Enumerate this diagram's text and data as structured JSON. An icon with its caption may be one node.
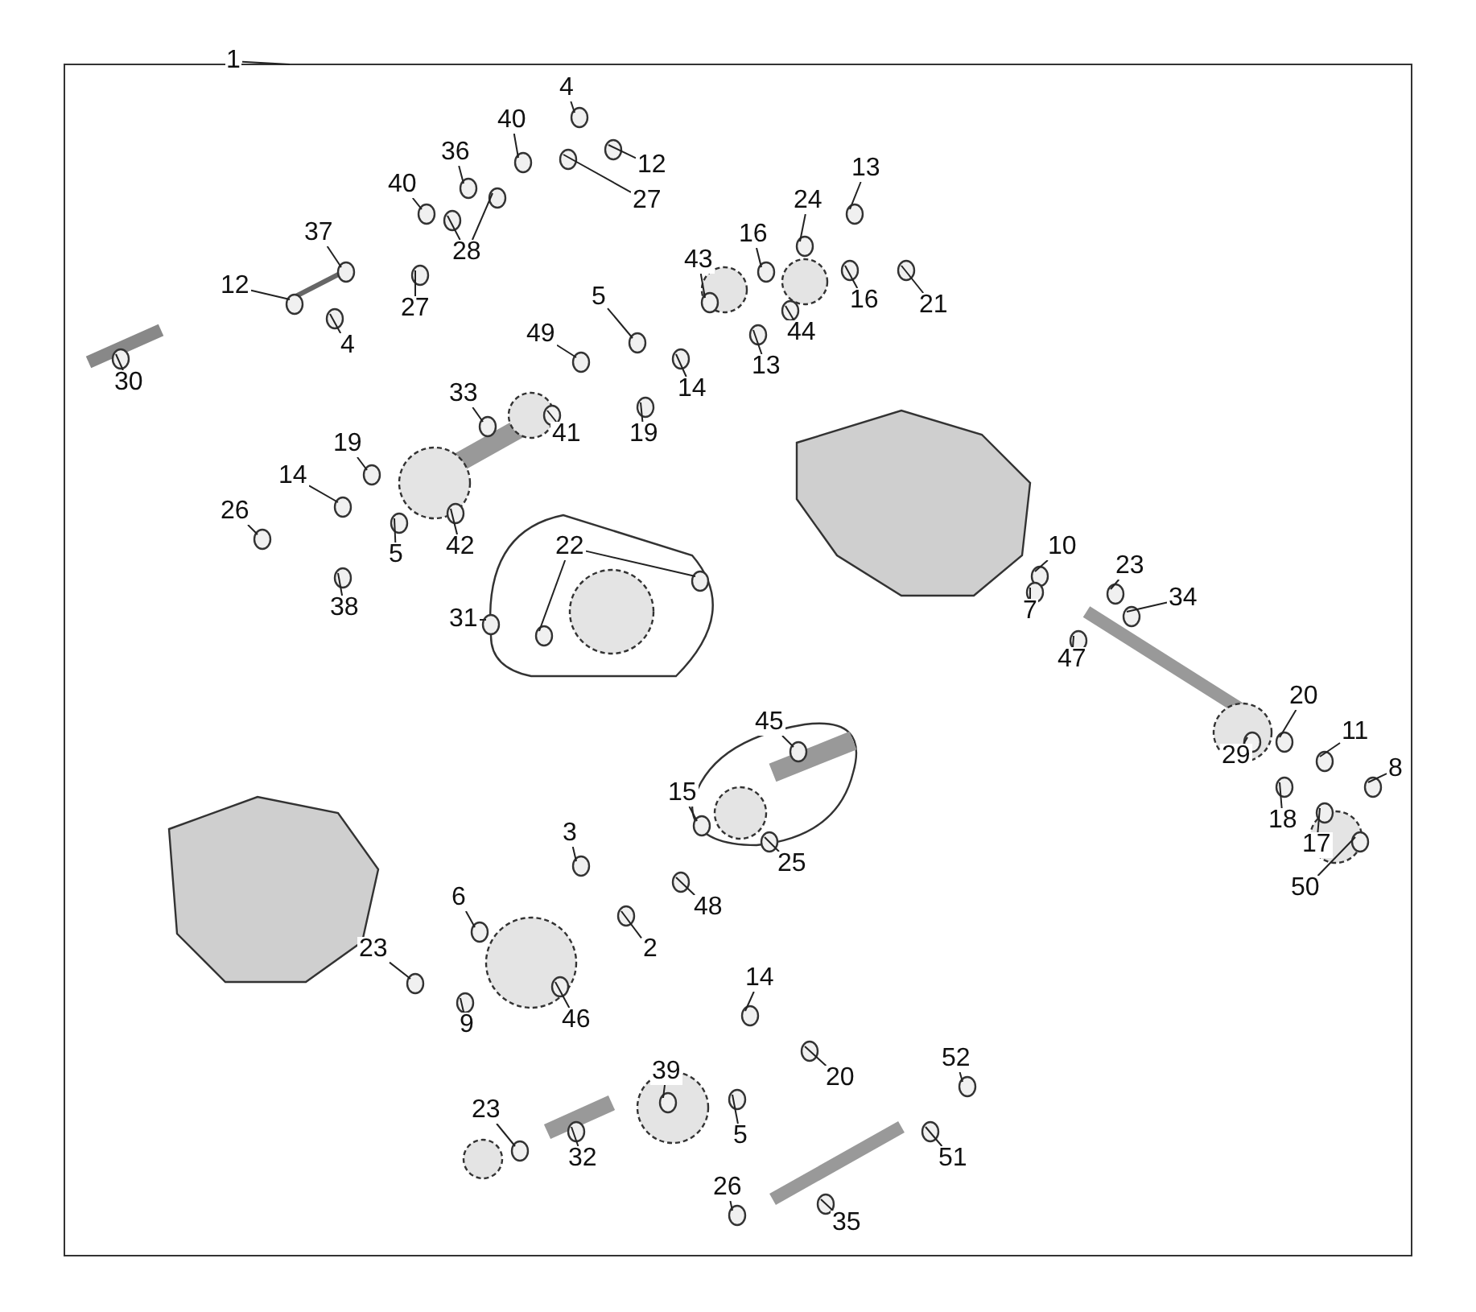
{
  "diagram": {
    "nodes": [
      {
        "text": [
          "1"
        ]
      },
      {
        "text": [
          "4"
        ]
      },
      {
        "text": [
          "12"
        ]
      },
      {
        "text": [
          "40"
        ]
      },
      {
        "text": [
          "36"
        ]
      },
      {
        "text": [
          "27"
        ]
      },
      {
        "text": [
          "28"
        ]
      },
      {
        "text": [
          "40"
        ]
      },
      {
        "text": [
          "37"
        ]
      },
      {
        "text": [
          "27"
        ]
      },
      {
        "text": [
          "12"
        ]
      },
      {
        "text": [
          "4"
        ]
      },
      {
        "text": [
          "30"
        ]
      },
      {
        "text": [
          "13"
        ]
      },
      {
        "text": [
          "24"
        ]
      },
      {
        "text": [
          "16"
        ]
      },
      {
        "text": [
          "43"
        ]
      },
      {
        "text": [
          "16"
        ]
      },
      {
        "text": [
          "21"
        ]
      },
      {
        "text": [
          "44"
        ]
      },
      {
        "text": [
          "13"
        ]
      },
      {
        "text": [
          "5"
        ]
      },
      {
        "text": [
          "14"
        ]
      },
      {
        "text": [
          "49"
        ]
      },
      {
        "text": [
          "19"
        ]
      },
      {
        "text": [
          "33"
        ]
      },
      {
        "text": [
          "41"
        ]
      },
      {
        "text": [
          "19"
        ]
      },
      {
        "text": [
          "14"
        ]
      },
      {
        "text": [
          "5"
        ]
      },
      {
        "text": [
          "42"
        ]
      },
      {
        "text": [
          "26"
        ]
      },
      {
        "text": [
          "38"
        ]
      },
      {
        "text": [
          "22"
        ]
      },
      {
        "text": [
          "31"
        ]
      },
      {
        "text": [
          "10"
        ]
      },
      {
        "text": [
          "23"
        ]
      },
      {
        "text": [
          "7"
        ]
      },
      {
        "text": [
          "47"
        ]
      },
      {
        "text": [
          "34"
        ]
      },
      {
        "text": [
          "20"
        ]
      },
      {
        "text": [
          "29"
        ]
      },
      {
        "text": [
          "11"
        ]
      },
      {
        "text": [
          "8"
        ]
      },
      {
        "text": [
          "18"
        ]
      },
      {
        "text": [
          "17"
        ]
      },
      {
        "text": [
          "50"
        ]
      },
      {
        "text": [
          "45"
        ]
      },
      {
        "text": [
          "15"
        ]
      },
      {
        "text": [
          "25"
        ]
      },
      {
        "text": [
          "3"
        ]
      },
      {
        "text": [
          "48"
        ]
      },
      {
        "text": [
          "6"
        ]
      },
      {
        "text": [
          "2"
        ]
      },
      {
        "text": [
          "46"
        ]
      },
      {
        "text": [
          "23"
        ]
      },
      {
        "text": [
          "9"
        ]
      },
      {
        "text": [
          "14"
        ]
      },
      {
        "text": [
          "20"
        ]
      },
      {
        "text": [
          "39"
        ]
      },
      {
        "text": [
          "5"
        ]
      },
      {
        "text": [
          "52"
        ]
      },
      {
        "text": [
          "23"
        ]
      },
      {
        "text": [
          "32"
        ]
      },
      {
        "text": [
          "51"
        ]
      },
      {
        "text": [
          "26"
        ]
      },
      {
        "text": [
          "35"
        ]
      }
    ],
    "edges": [
      {
        "from": 0,
        "to": null,
        "arrow": "none"
      },
      {
        "from": 1,
        "to": null,
        "arrow": "none"
      },
      {
        "from": 2,
        "to": null,
        "arrow": "none"
      },
      {
        "from": 3,
        "to": null,
        "arrow": "none"
      },
      {
        "from": 4,
        "to": null,
        "arrow": "none"
      },
      {
        "from": 5,
        "to": null,
        "arrow": "none"
      },
      {
        "from": 6,
        "to": null,
        "arrow": "none"
      },
      {
        "from": 6,
        "to": null,
        "arrow": "none"
      },
      {
        "from": 7,
        "to": null,
        "arrow": "none"
      },
      {
        "from": 8,
        "to": null,
        "arrow": "none"
      },
      {
        "from": 9,
        "to": null,
        "arrow": "none"
      },
      {
        "from": 10,
        "to": null,
        "arrow": "none"
      },
      {
        "from": 11,
        "to": null,
        "arrow": "none"
      },
      {
        "from": 12,
        "to": null,
        "arrow": "none"
      },
      {
        "from": 13,
        "to": null,
        "arrow": "none"
      },
      {
        "from": 14,
        "to": null,
        "arrow": "none"
      },
      {
        "from": 15,
        "to": null,
        "arrow": "none"
      },
      {
        "from": 16,
        "to": null,
        "arrow": "none"
      },
      {
        "from": 17,
        "to": null,
        "arrow": "none"
      },
      {
        "from": 18,
        "to": null,
        "arrow": "none"
      },
      {
        "from": 19,
        "to": null,
        "arrow": "none"
      },
      {
        "from": 20,
        "to": null,
        "arrow": "none"
      },
      {
        "from": 21,
        "to": null,
        "arrow": "none"
      },
      {
        "from": 22,
        "to": null,
        "arrow": "none"
      },
      {
        "from": 23,
        "to": null,
        "arrow": "none"
      },
      {
        "from": 24,
        "to": null,
        "arrow": "none"
      },
      {
        "from": 25,
        "to": null,
        "arrow": "none"
      },
      {
        "from": 26,
        "to": null,
        "arrow": "none"
      },
      {
        "from": 27,
        "to": null,
        "arrow": "none"
      },
      {
        "from": 28,
        "to": null,
        "arrow": "none"
      },
      {
        "from": 29,
        "to": null,
        "arrow": "none"
      },
      {
        "from": 30,
        "to": null,
        "arrow": "none"
      },
      {
        "from": 31,
        "to": null,
        "arrow": "none"
      },
      {
        "from": 32,
        "to": null,
        "arrow": "none"
      },
      {
        "from": 33,
        "to": null,
        "arrow": "none"
      },
      {
        "from": 33,
        "to": null,
        "arrow": "none"
      },
      {
        "from": 34,
        "to": null,
        "arrow": "none"
      },
      {
        "from": 35,
        "to": null,
        "arrow": "none"
      },
      {
        "from": 36,
        "to": null,
        "arrow": "none"
      },
      {
        "from": 37,
        "to": null,
        "arrow": "none"
      },
      {
        "from": 38,
        "to": null,
        "arrow": "none"
      },
      {
        "from": 39,
        "to": null,
        "arrow": "none"
      },
      {
        "from": 40,
        "to": null,
        "arrow": "none"
      },
      {
        "from": 41,
        "to": null,
        "arrow": "none"
      },
      {
        "from": 42,
        "to": null,
        "arrow": "none"
      },
      {
        "from": 43,
        "to": null,
        "arrow": "none"
      },
      {
        "from": 44,
        "to": null,
        "arrow": "none"
      },
      {
        "from": 45,
        "to": null,
        "arrow": "none"
      },
      {
        "from": 46,
        "to": null,
        "arrow": "none"
      },
      {
        "from": 47,
        "to": null,
        "arrow": "none"
      },
      {
        "from": 48,
        "to": null,
        "arrow": "none"
      },
      {
        "from": 49,
        "to": null,
        "arrow": "none"
      },
      {
        "from": 50,
        "to": null,
        "arrow": "none"
      },
      {
        "from": 51,
        "to": null,
        "arrow": "none"
      },
      {
        "from": 52,
        "to": null,
        "arrow": "none"
      },
      {
        "from": 53,
        "to": null,
        "arrow": "none"
      },
      {
        "from": 54,
        "to": null,
        "arrow": "none"
      },
      {
        "from": 55,
        "to": null,
        "arrow": "none"
      },
      {
        "from": 56,
        "to": null,
        "arrow": "none"
      },
      {
        "from": 57,
        "to": null,
        "arrow": "none"
      },
      {
        "from": 58,
        "to": null,
        "arrow": "none"
      },
      {
        "from": 59,
        "to": null,
        "arrow": "none"
      },
      {
        "from": 60,
        "to": null,
        "arrow": "none"
      },
      {
        "from": 61,
        "to": null,
        "arrow": "none"
      },
      {
        "from": 62,
        "to": null,
        "arrow": "none"
      },
      {
        "from": 63,
        "to": null,
        "arrow": "none"
      },
      {
        "from": 64,
        "to": null,
        "arrow": "none"
      },
      {
        "from": 65,
        "to": null,
        "arrow": "none"
      },
      {
        "from": 66,
        "to": null,
        "arrow": "none"
      }
    ]
  }
}
